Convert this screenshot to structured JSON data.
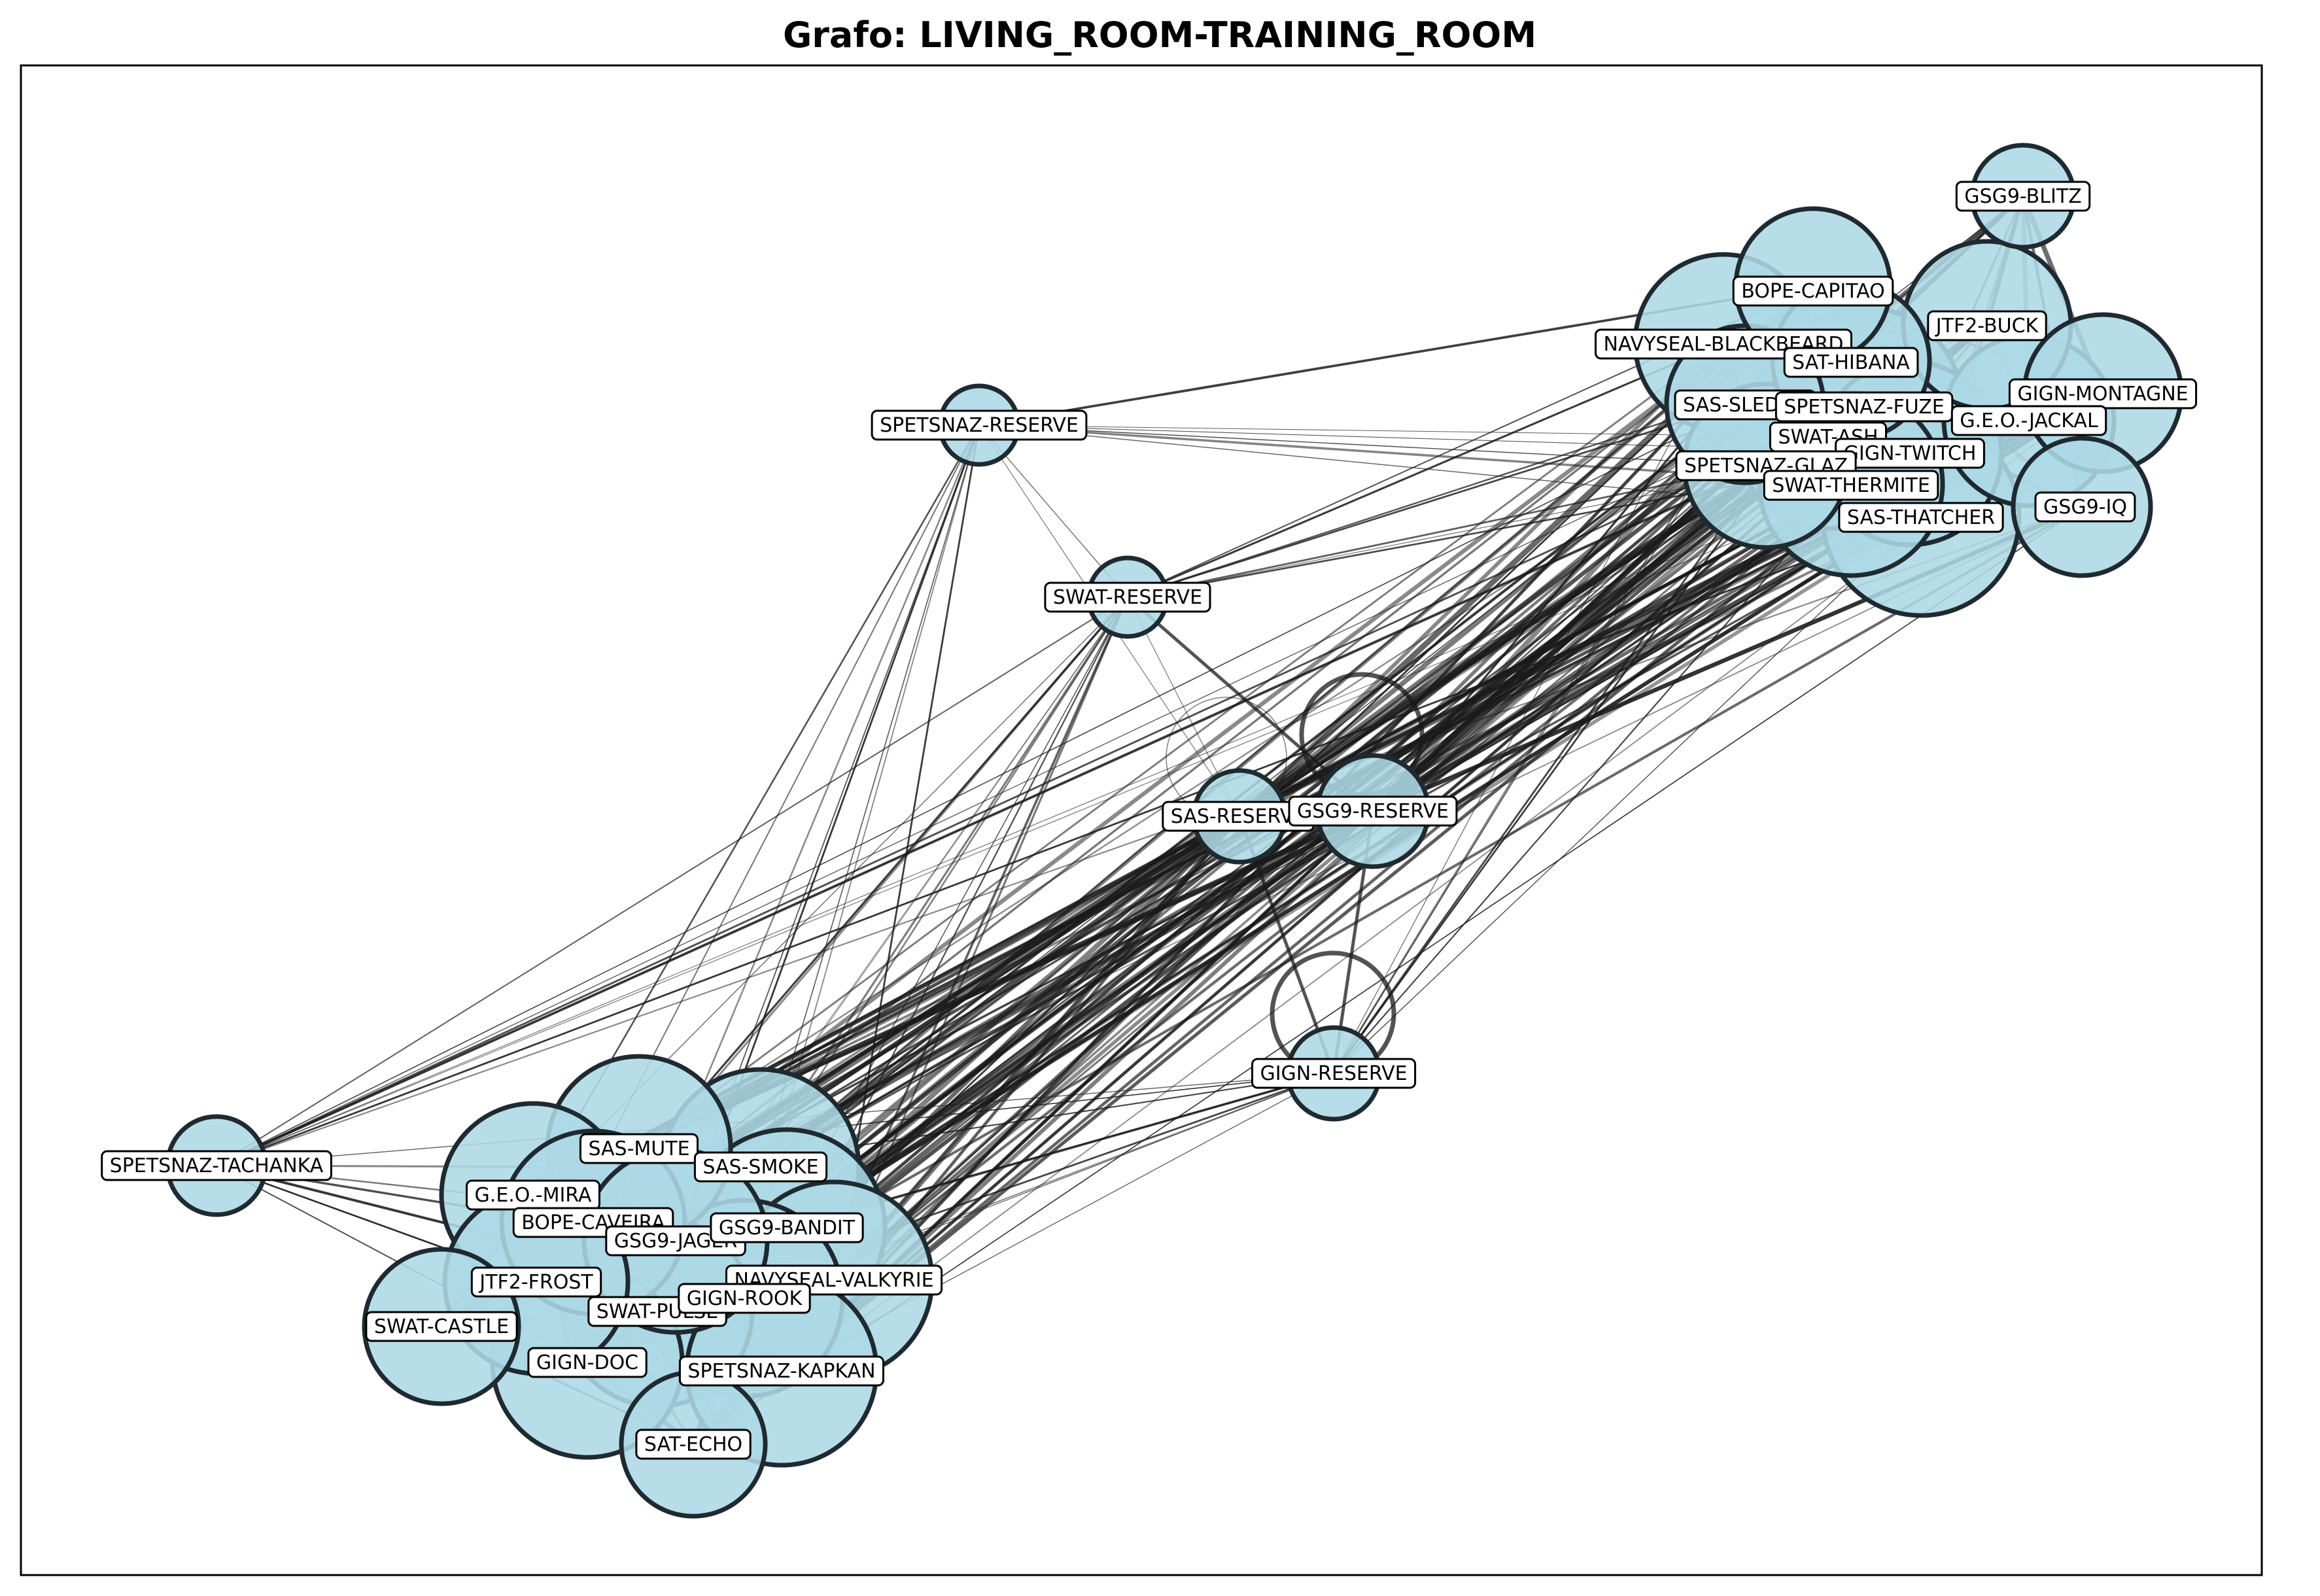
{
  "title": "Grafo: LIVING_ROOM-TRAINING_ROOM",
  "colors": {
    "node_fill": "#add8e6",
    "node_stroke": "#1f2a30",
    "edge": "#1a1a1a",
    "label_bg": "#ffffff",
    "label_border": "#000000",
    "frame": "#000000"
  },
  "nodes": [
    {
      "id": "GSG9-BLITZ",
      "label": "GSG9-BLITZ"
    },
    {
      "id": "BOPE-CAPITAO",
      "label": "BOPE-CAPITAO"
    },
    {
      "id": "JTF2-BUCK",
      "label": "JTF2-BUCK"
    },
    {
      "id": "NAVYSEAL-BLACKBEARD",
      "label": "NAVYSEAL-BLACKBEARD"
    },
    {
      "id": "SAT-HIBANA",
      "label": "SAT-HIBANA"
    },
    {
      "id": "GIGN-MONTAGNE",
      "label": "GIGN-MONTAGNE"
    },
    {
      "id": "SAS-SLEDGE",
      "label": "SAS-SLEDGE"
    },
    {
      "id": "SPETSNAZ-FUZE",
      "label": "SPETSNAZ-FUZE"
    },
    {
      "id": "G.E.O.-JACKAL",
      "label": "G.E.O.-JACKAL"
    },
    {
      "id": "SWAT-ASH",
      "label": "SWAT-ASH"
    },
    {
      "id": "GIGN-TWITCH",
      "label": "GIGN-TWITCH"
    },
    {
      "id": "SPETSNAZ-GLAZ",
      "label": "SPETSNAZ-GLAZ"
    },
    {
      "id": "SWAT-THERMITE",
      "label": "SWAT-THERMITE"
    },
    {
      "id": "GSG9-IQ",
      "label": "GSG9-IQ"
    },
    {
      "id": "SAS-THATCHER",
      "label": "SAS-THATCHER"
    },
    {
      "id": "SPETSNAZ-RESERVE",
      "label": "SPETSNAZ-RESERVE"
    },
    {
      "id": "SWAT-RESERVE",
      "label": "SWAT-RESERVE"
    },
    {
      "id": "SAS-RESERVE",
      "label": "SAS-RESERVE"
    },
    {
      "id": "GSG9-RESERVE",
      "label": "GSG9-RESERVE"
    },
    {
      "id": "GIGN-RESERVE",
      "label": "GIGN-RESERVE"
    },
    {
      "id": "SPETSNAZ-TACHANKA",
      "label": "SPETSNAZ-TACHANKA"
    },
    {
      "id": "SAS-MUTE",
      "label": "SAS-MUTE"
    },
    {
      "id": "SAS-SMOKE",
      "label": "SAS-SMOKE"
    },
    {
      "id": "G.E.O.-MIRA",
      "label": "G.E.O.-MIRA"
    },
    {
      "id": "BOPE-CAVEIRA",
      "label": "BOPE-CAVEIRA"
    },
    {
      "id": "GSG9-JAGER",
      "label": "GSG9-JAGER"
    },
    {
      "id": "GSG9-BANDIT",
      "label": "GSG9-BANDIT"
    },
    {
      "id": "JTF2-FROST",
      "label": "JTF2-FROST"
    },
    {
      "id": "NAVYSEAL-VALKYRIE",
      "label": "NAVYSEAL-VALKYRIE"
    },
    {
      "id": "SWAT-PULSE",
      "label": "SWAT-PULSE"
    },
    {
      "id": "GIGN-ROOK",
      "label": "GIGN-ROOK"
    },
    {
      "id": "SWAT-CASTLE",
      "label": "SWAT-CASTLE"
    },
    {
      "id": "GIGN-DOC",
      "label": "GIGN-DOC"
    },
    {
      "id": "SPETSNAZ-KAPKAN",
      "label": "SPETSNAZ-KAPKAN"
    },
    {
      "id": "SAT-ECHO",
      "label": "SAT-ECHO"
    }
  ],
  "self_loops": [
    "SAS-RESERVE",
    "GSG9-RESERVE",
    "GIGN-RESERVE"
  ]
}
